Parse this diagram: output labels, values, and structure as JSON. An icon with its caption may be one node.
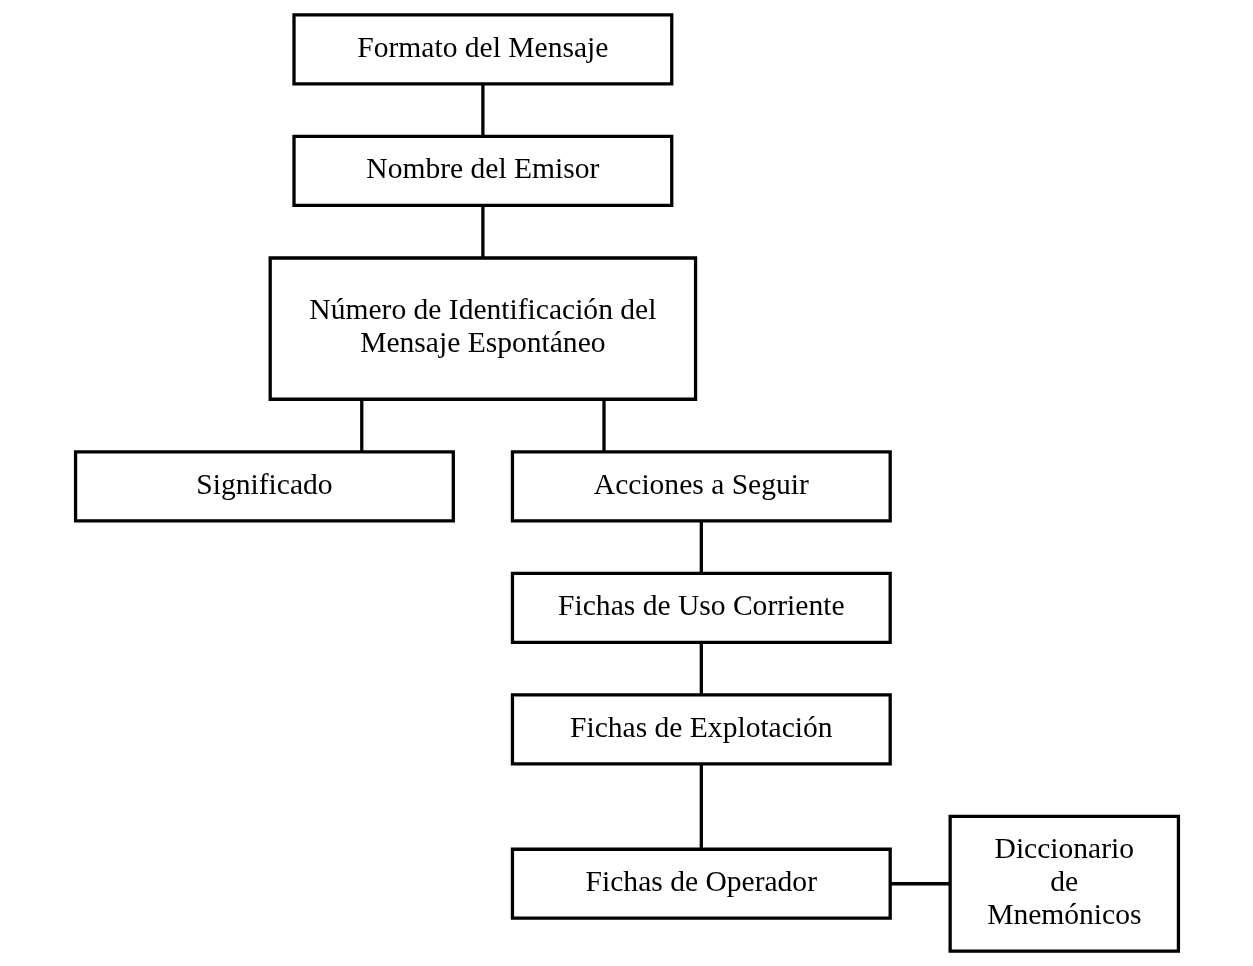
{
  "diagram": {
    "nodes": [
      {
        "text": [
          "Formato del Mensaje"
        ]
      },
      {
        "text": [
          "Nombre del Emisor"
        ]
      },
      {
        "text": [
          "Número de Identificación del Mensaje Espontáneo"
        ]
      },
      {
        "text": [
          "Significado"
        ]
      },
      {
        "text": [
          "Acciones a Seguir"
        ]
      },
      {
        "text": [
          "Fichas de Uso Corriente"
        ]
      },
      {
        "text": [
          "Fichas de Explotación"
        ]
      },
      {
        "text": [
          "Fichas de Operador"
        ]
      },
      {
        "text": [
          "Diccionario de Mnemónicos"
        ]
      }
    ],
    "edges": [
      {
        "from": 0,
        "to": 1,
        "arrow": "none"
      },
      {
        "from": 1,
        "to": 2,
        "arrow": "none"
      },
      {
        "from": 2,
        "to": 3,
        "arrow": "none"
      },
      {
        "from": 2,
        "to": 4,
        "arrow": "none"
      },
      {
        "from": 4,
        "to": 5,
        "arrow": "none"
      },
      {
        "from": 5,
        "to": 6,
        "arrow": "none"
      },
      {
        "from": 6,
        "to": 7,
        "arrow": "none"
      },
      {
        "from": 7,
        "to": 8,
        "arrow": "none"
      }
    ]
  }
}
